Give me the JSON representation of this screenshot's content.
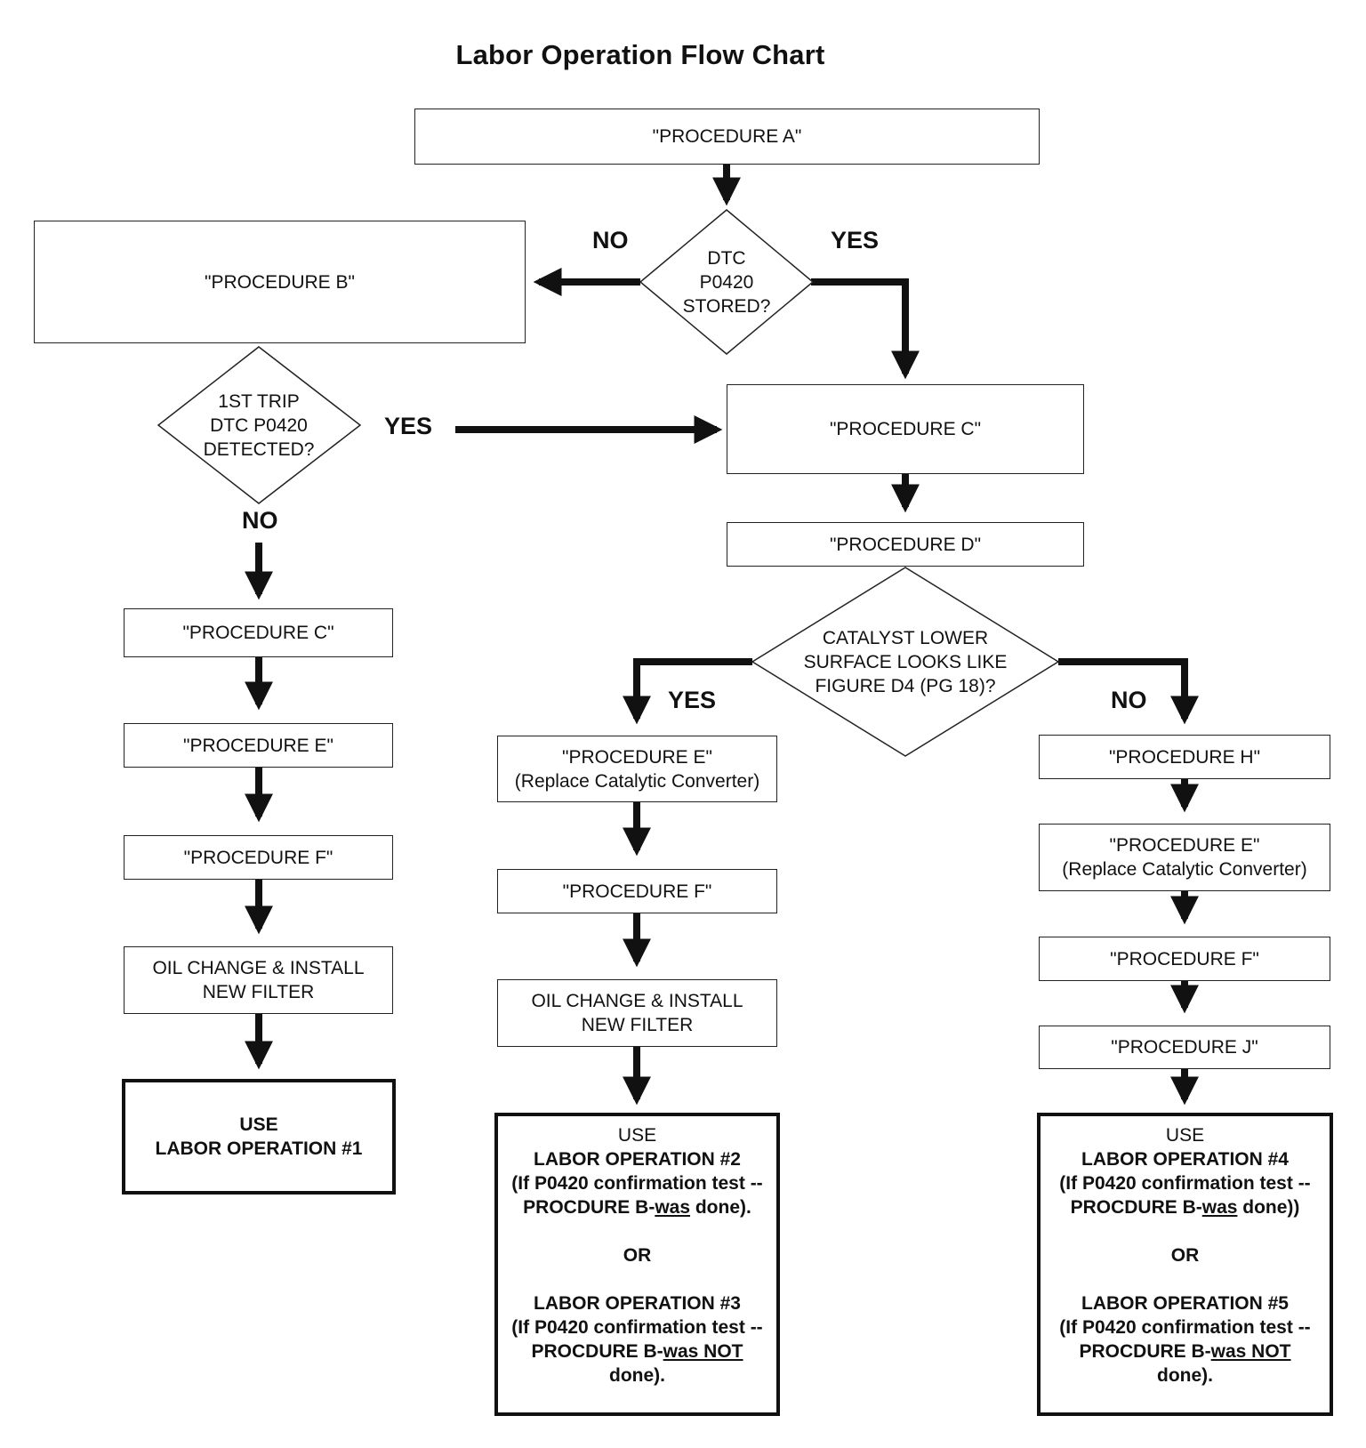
{
  "title": "Labor Operation Flow Chart",
  "boxes": {
    "proc_a": "\"PROCEDURE A\"",
    "proc_b": "\"PROCEDURE B\"",
    "proc_c_right": "\"PROCEDURE C\"",
    "proc_d": "\"PROCEDURE D\"",
    "proc_c_left": "\"PROCEDURE C\"",
    "proc_e_left": "\"PROCEDURE E\"",
    "proc_f_left": "\"PROCEDURE F\"",
    "oil_left_1": "OIL CHANGE & INSTALL",
    "oil_left_2": "NEW FILTER",
    "proc_e_mid_1": "\"PROCEDURE E\"",
    "proc_e_mid_2": "(Replace Catalytic Converter)",
    "proc_f_mid": "\"PROCEDURE F\"",
    "oil_mid_1": "OIL CHANGE & INSTALL",
    "oil_mid_2": "NEW FILTER",
    "proc_h": "\"PROCEDURE H\"",
    "proc_e_right_1": "\"PROCEDURE E\"",
    "proc_e_right_2": "(Replace Catalytic Converter)",
    "proc_f_right": "\"PROCEDURE F\"",
    "proc_j": "\"PROCEDURE J\""
  },
  "diamonds": {
    "dtc_stored": [
      "DTC",
      "P0420",
      "STORED?"
    ],
    "first_trip": [
      "1ST TRIP",
      "DTC P0420",
      "DETECTED?"
    ],
    "catalyst": [
      "CATALYST LOWER",
      "SURFACE LOOKS LIKE",
      "FIGURE D4 (PG 18)?"
    ]
  },
  "labels": {
    "no_top": "NO",
    "yes_top": "YES",
    "yes_trip": "YES",
    "no_trip": "NO",
    "yes_cat": "YES",
    "no_cat": "NO"
  },
  "results": {
    "left": {
      "use": "USE",
      "op": "LABOR OPERATION  #1"
    },
    "mid": {
      "use": "USE",
      "op_a": "LABOR OPERATION  #2",
      "cond_a_1": "(If P0420 confirmation test --",
      "cond_a_2_pre": "PROCDURE B-",
      "cond_a_2_u": "was",
      "cond_a_2_post": " done).",
      "or": "OR",
      "op_b": "LABOR OPERATION  #3",
      "cond_b_1": "(If P0420 confirmation test --",
      "cond_b_2_pre": "PROCDURE B-",
      "cond_b_2_u": "was NOT",
      "cond_b_3": "done)."
    },
    "right": {
      "use": "USE",
      "op_a": "LABOR OPERATION #4",
      "cond_a_1": "(If P0420 confirmation test --",
      "cond_a_2_pre": "PROCDURE B-",
      "cond_a_2_u": "was",
      "cond_a_2_post": " done))",
      "or": "OR",
      "op_b": "LABOR OPERATION #5",
      "cond_b_1": "(If P0420 confirmation test --",
      "cond_b_2_pre": "PROCDURE B-",
      "cond_b_2_u": "was NOT",
      "cond_b_3": "done)."
    }
  }
}
